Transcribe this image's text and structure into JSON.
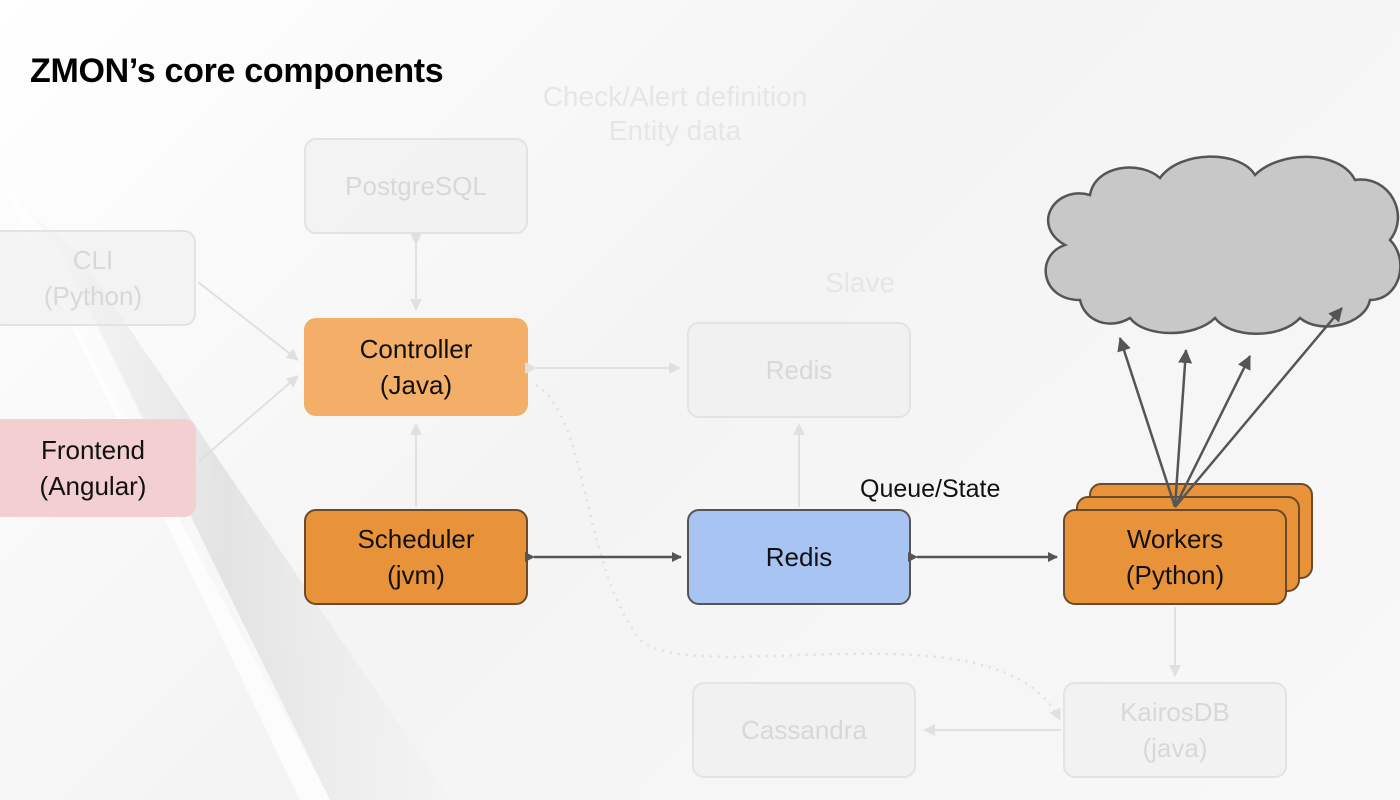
{
  "title": "ZMON’s core components",
  "ghost_labels": {
    "check_alert": "Check/Alert definition",
    "entity_data": "Entity data",
    "slave": "Slave"
  },
  "nodes": {
    "postgresql": "PostgreSQL",
    "cli": [
      "CLI",
      "(Python)"
    ],
    "controller": [
      "Controller",
      "(Java)"
    ],
    "redis_slave": "Redis",
    "frontend": [
      "Frontend",
      "(Angular)"
    ],
    "scheduler": [
      "Scheduler",
      "(jvm)"
    ],
    "redis": "Redis",
    "workers": [
      "Workers",
      "(Python)"
    ],
    "cassandra": "Cassandra",
    "kairosdb": [
      "KairosDB",
      "(java)"
    ]
  },
  "edge_labels": {
    "queue_state": "Queue/State"
  },
  "colors": {
    "controller": "#f3ae68",
    "scheduler": "#e8923a",
    "workers": "#e8923a",
    "redis": "#a8c4f2",
    "frontend": "#f4cfd1",
    "cloud": "#c8c8c8"
  }
}
